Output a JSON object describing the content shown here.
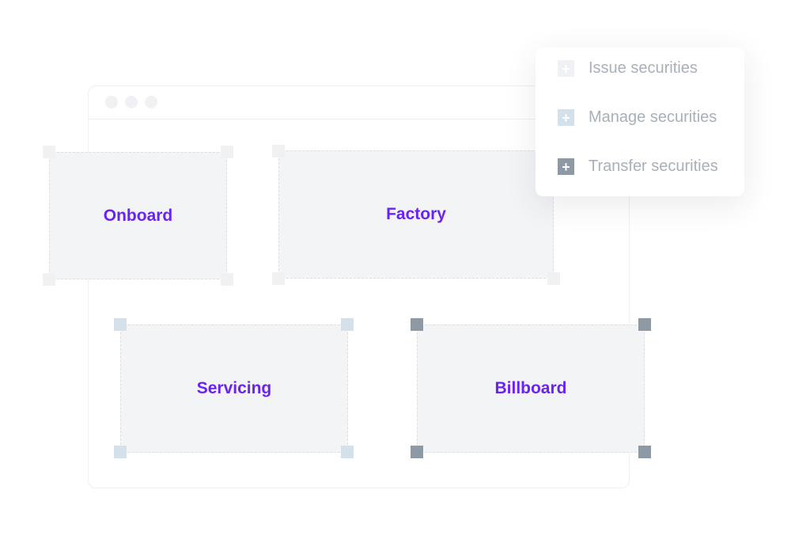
{
  "blocks": [
    {
      "label": "Onboard"
    },
    {
      "label": "Factory"
    },
    {
      "label": "Servicing"
    },
    {
      "label": "Billboard"
    }
  ],
  "menu": {
    "items": [
      {
        "label": "Issue securities",
        "icon": "plus-icon",
        "color": "#eff1f4"
      },
      {
        "label": "Manage securities",
        "icon": "plus-icon",
        "color": "#d5e1ea"
      },
      {
        "label": "Transfer securities",
        "icon": "plus-icon",
        "color": "#8d9aa5"
      }
    ]
  },
  "colors": {
    "accent": "#6b22f5"
  }
}
